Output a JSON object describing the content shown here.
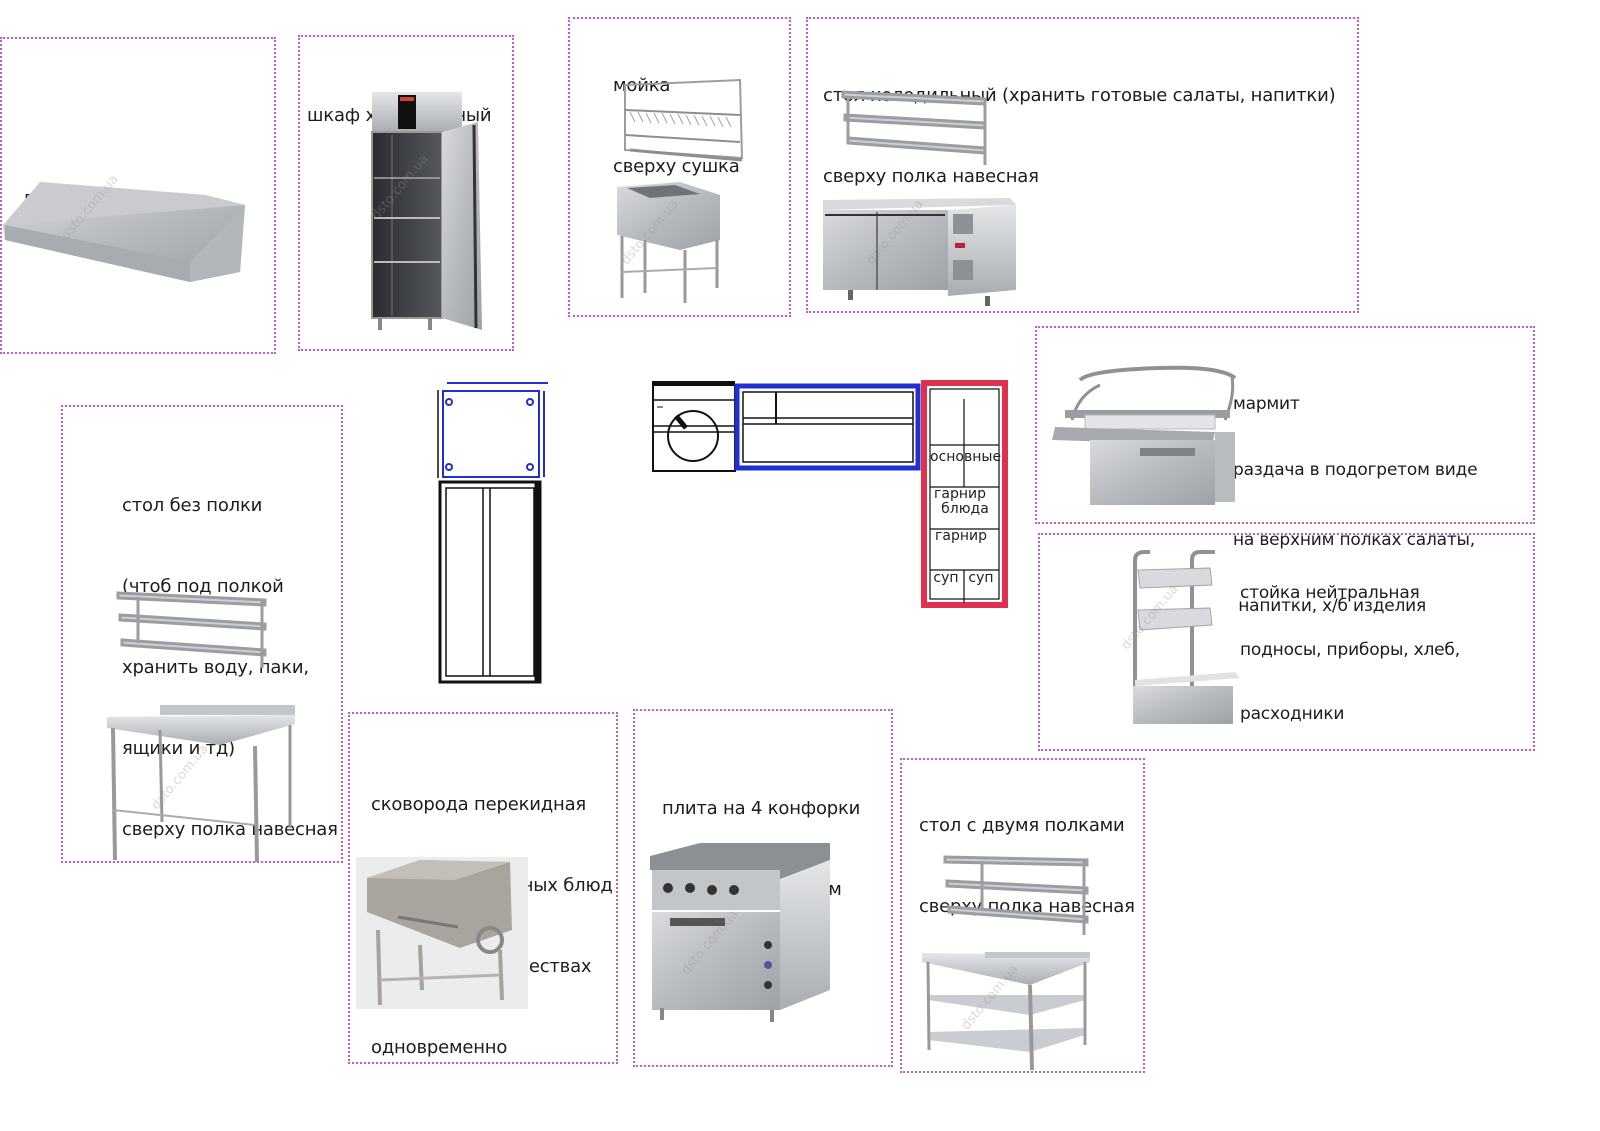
{
  "title": "План горячего цеха и раздачи с подписями оборудования",
  "watermark": "dsto.com.ua",
  "colors": {
    "panel_border": "#c85ad0",
    "plan_blue": "#1f2fd6",
    "plan_red": "#e8102a",
    "plan_crimson": "#e03050",
    "plan_yellow": "#f2ea3a",
    "plan_black": "#111111"
  },
  "panels": {
    "hood": {
      "lines": [
        "вытяжной зонт"
      ],
      "image": "stainless-exhaust-hood"
    },
    "fridge_cabinet": {
      "lines": [
        "шкаф холодильный"
      ],
      "image": "refrigerated-cabinet-open-door"
    },
    "sink": {
      "lines": [
        "мойка",
        "сверху сушка"
      ],
      "images": [
        "dish-drying-rack",
        "single-bowl-sink"
      ]
    },
    "fridge_table": {
      "lines": [
        "стол холодильный (хранить готовые салаты, напитки)",
        "сверху полка навесная"
      ],
      "images": [
        "wall-shelf-two-tier",
        "refrigerated-table-two-doors"
      ]
    },
    "bain_marie": {
      "lines": [
        "мармит",
        "раздача в подогретом виде",
        "на верхним полках салаты,",
        " напитки, х/б изделия"
      ],
      "image": "bain-marie-counter"
    },
    "neutral_stand": {
      "lines": [
        "стойка нейтральная",
        "подносы, приборы, хлеб,",
        "расходники"
      ],
      "image": "neutral-tray-stand"
    },
    "table_no_shelf": {
      "lines": [
        "стол без полки",
        "(чтоб под полкой",
        "хранить воду, паки,",
        "ящики и тд)",
        "сверху полка навесная"
      ],
      "images": [
        "wall-shelf-two-tier",
        "work-table-no-undershelf"
      ]
    },
    "tilting_pan": {
      "lines": [
        "сковорода перекидная",
        "(жарка однотипных блюд",
        "в больших количествах",
        "одновременно"
      ],
      "image": "tilting-bratt-pan"
    },
    "stove": {
      "lines": [
        "плита на 4 конфорки",
        "с духовым шкафом"
      ],
      "image": "electric-range-with-oven"
    },
    "table_two_shelves": {
      "lines": [
        "стол с двумя полками",
        "сверху полка навесная"
      ],
      "images": [
        "wall-shelf-two-tier",
        "work-table-two-undershelves"
      ]
    }
  },
  "plan": {
    "bain_marie_cells": [
      "основные",
      "блюда",
      "гарнир",
      "гарнир",
      "суп",
      "суп"
    ]
  }
}
